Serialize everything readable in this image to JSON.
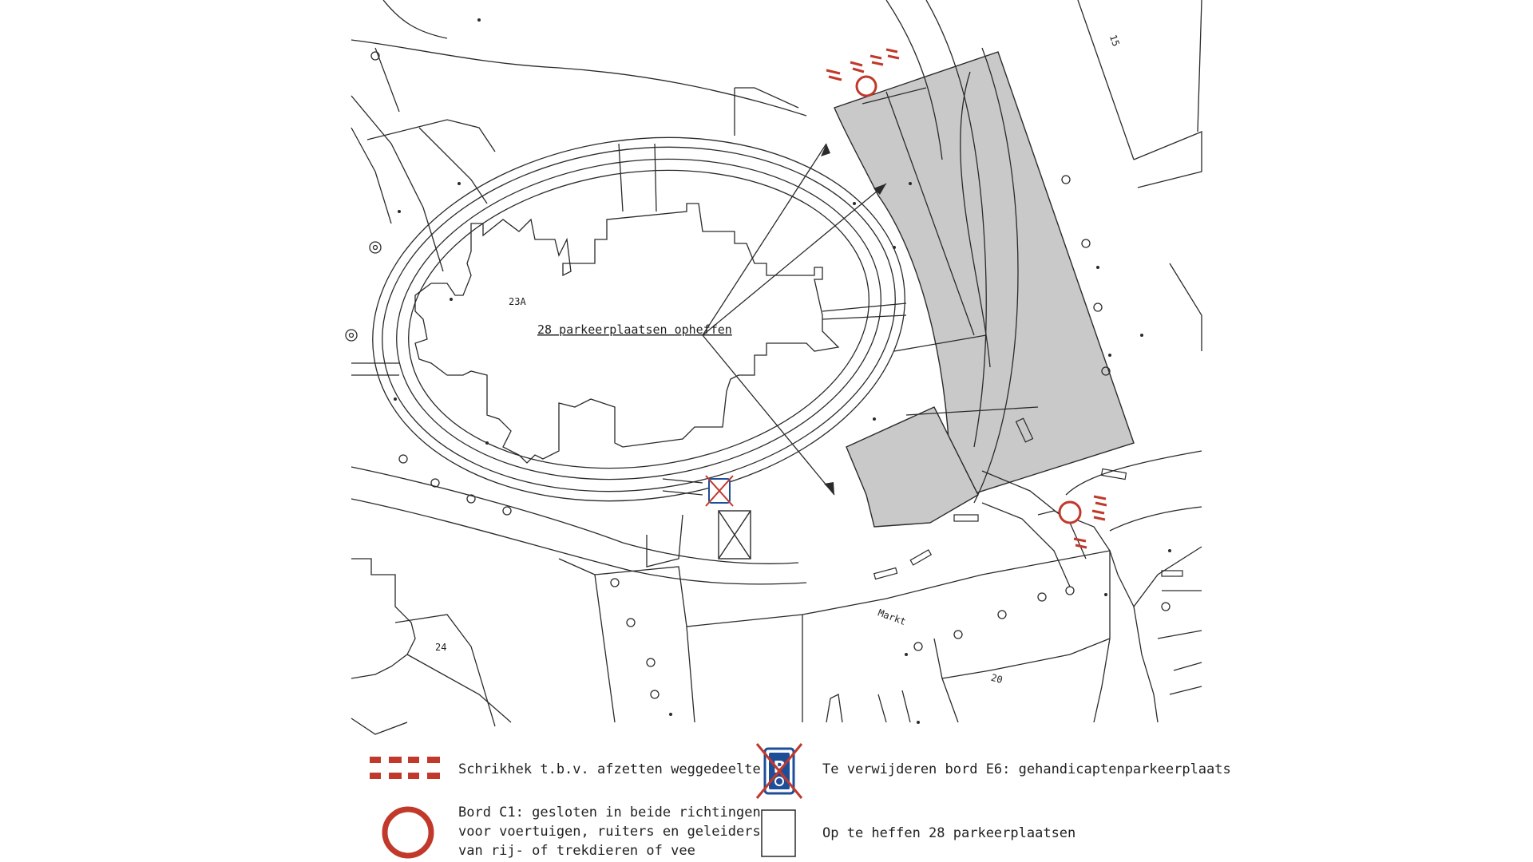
{
  "map": {
    "annotation": "28 parkeerplaatsen opheffen",
    "building_number": "23A",
    "street_name": "Markt",
    "house_numbers": [
      "15",
      "24",
      "20"
    ]
  },
  "colors": {
    "line": "#2a2a2a",
    "parking_fill": "#c9c9c9",
    "barrier_red": "#c0392b",
    "sign_red": "#c0392b",
    "sign_blue": "#1f4e99"
  },
  "legend": {
    "barrier": {
      "icon": "barrier-icon",
      "label": "Schrikhek t.b.v. afzetten weggedeelte"
    },
    "sign_c1": {
      "icon": "no-entry-sign-icon",
      "lines": [
        "Bord C1: gesloten in beide richtingen",
        "voor voertuigen, ruiters en geleiders",
        "van rij- of trekdieren of vee"
      ]
    },
    "sign_e6": {
      "icon": "disabled-parking-crossed-icon",
      "label": "Te verwijderen bord E6: gehandicaptenparkeerplaats"
    },
    "parking": {
      "icon": "parking-area-icon",
      "label": "Op te heffen 28 parkeerplaatsen"
    }
  }
}
